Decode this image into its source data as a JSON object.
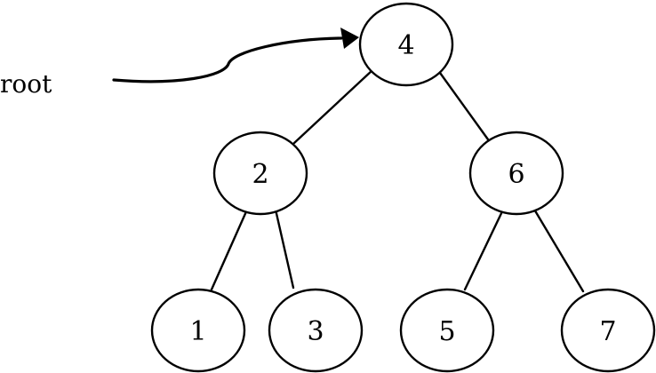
{
  "root_label": "root",
  "tree": {
    "root": "4",
    "nodes": [
      {
        "id": "n4",
        "label": "4"
      },
      {
        "id": "n2",
        "label": "2"
      },
      {
        "id": "n6",
        "label": "6"
      },
      {
        "id": "n1",
        "label": "1"
      },
      {
        "id": "n3",
        "label": "3"
      },
      {
        "id": "n5",
        "label": "5"
      },
      {
        "id": "n7",
        "label": "7"
      }
    ],
    "edges": [
      {
        "from": "4",
        "to": "2"
      },
      {
        "from": "4",
        "to": "6"
      },
      {
        "from": "2",
        "to": "1"
      },
      {
        "from": "2",
        "to": "3"
      },
      {
        "from": "6",
        "to": "5"
      },
      {
        "from": "6",
        "to": "7"
      }
    ]
  }
}
